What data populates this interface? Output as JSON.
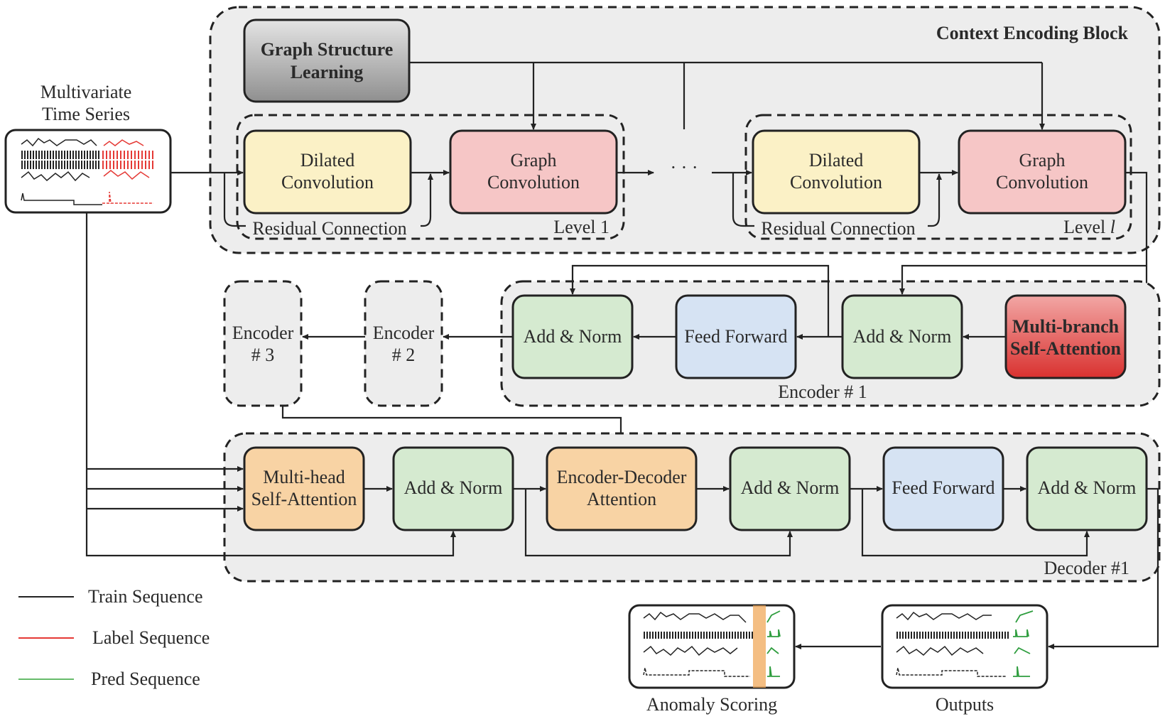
{
  "title_block": {
    "context_block_label": "Context Encoding Block"
  },
  "inputs": {
    "mts_line1": "Multivariate",
    "mts_line2": "Time Series"
  },
  "context": {
    "gsl_line1": "Graph Structure",
    "gsl_line2": "Learning",
    "dilated_line1": "Dilated",
    "dilated_line2": "Convolution",
    "graph_line1": "Graph",
    "graph_line2": "Convolution",
    "residual": "Residual Connection",
    "level1": "Level 1",
    "level_l_prefix": "Level ",
    "level_l_var": "l",
    "ellipsis": "· · ·"
  },
  "encoder": {
    "add_norm": "Add & Norm",
    "feed_forward": "Feed Forward",
    "mbsa_line1": "Multi-branch",
    "mbsa_line2": "Self-Attention",
    "label": "Encoder # 1",
    "enc2_line1": "Encoder",
    "enc2_line2": "# 2",
    "enc3_line1": "Encoder",
    "enc3_line2": "# 3"
  },
  "decoder": {
    "mhsa_line1": "Multi-head",
    "mhsa_line2": "Self-Attention",
    "add_norm": "Add & Norm",
    "eda_line1": "Encoder-Decoder",
    "eda_line2": "Attention",
    "feed_forward": "Feed Forward",
    "label": "Decoder #1"
  },
  "outputs": {
    "anomaly_scoring": "Anomaly Scoring",
    "outputs": "Outputs"
  },
  "legend": {
    "items": [
      {
        "label": "Train Sequence",
        "color": "#222222"
      },
      {
        "label": "Label Sequence",
        "color": "#e53935"
      },
      {
        "label": "Pred Sequence",
        "color": "#66bb6a"
      }
    ]
  },
  "colors": {
    "yellow": "#fbf1c6",
    "pink": "#f6c6c6",
    "green": "#d5ead0",
    "blue": "#d6e3f3",
    "orange": "#f8d3a4",
    "red_strong": "#e5514f",
    "gray_box": "#b5b5b5",
    "panel": "#ededed",
    "highlight": "#f0a85a"
  }
}
